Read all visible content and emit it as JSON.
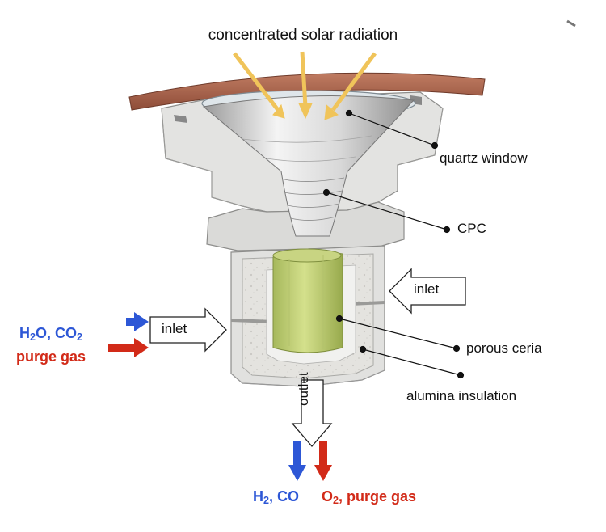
{
  "labels": {
    "top": "concentrated solar radiation",
    "quartz_window": "quartz window",
    "cpc": "CPC",
    "porous_ceria": "porous ceria",
    "alumina_insulation": "alumina insulation",
    "inlet_left": "inlet",
    "inlet_right": "inlet",
    "outlet": "outlet",
    "h2o_prefix": "H",
    "h2o_sub": "2",
    "h2o_mid": "O, CO",
    "co2_sub": "2",
    "purge_gas_in": "purge gas",
    "h2_prefix": "H",
    "h2_sub": "2",
    "h2_suffix": ", CO",
    "o2_prefix": "O",
    "o2_sub": "2",
    "o2_suffix": ", purge gas"
  },
  "colors": {
    "copper": "#b46a52",
    "steel_light": "#e6e6e4",
    "steel_mid": "#cfcfcd",
    "steel_dark": "#a9a9a7",
    "insulation": "#e2e1dd",
    "ceria": "#c6d47a",
    "ceria_dark": "#9fb053",
    "solar_arrow": "#f0c45a",
    "blue": "#2d57d6",
    "red": "#d22a18"
  }
}
